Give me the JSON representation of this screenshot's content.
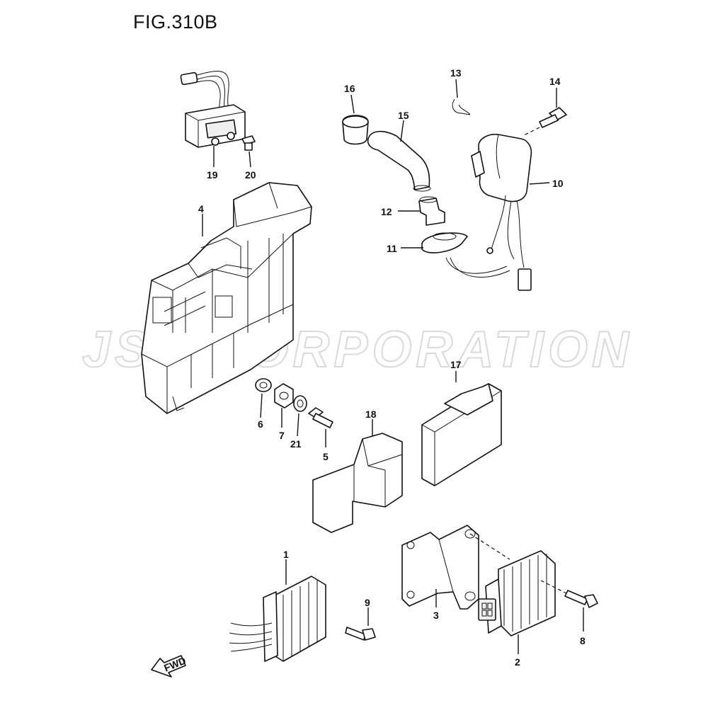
{
  "figure": {
    "title": "FIG.310B",
    "watermark": "JSP CORPORATION",
    "fwd_label": "FWD"
  },
  "callouts": {
    "c1": "1",
    "c2": "2",
    "c3": "3",
    "c4": "4",
    "c5": "5",
    "c6": "6",
    "c7": "7",
    "c8": "8",
    "c9": "9",
    "c10": "10",
    "c11": "11",
    "c12": "12",
    "c13": "13",
    "c14": "14",
    "c15": "15",
    "c16": "16",
    "c17": "17",
    "c18": "18",
    "c19": "19",
    "c20": "20",
    "c21": "21"
  }
}
